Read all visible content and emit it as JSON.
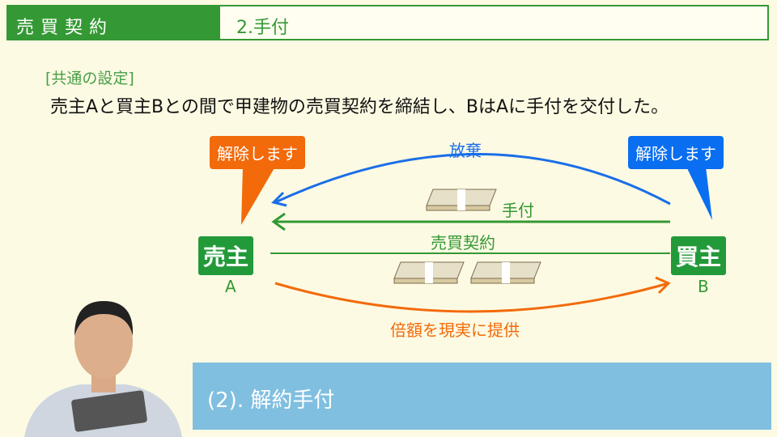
{
  "header": {
    "section": "売買契約",
    "subsection": "2.手付"
  },
  "setting_label": "[共通の設定]",
  "statement": "売主Aと買主Bとの間で甲建物の売買契約を締結し、BはAに手付を交付した。",
  "diagram": {
    "seller": {
      "title": "売主",
      "letter": "A",
      "bubble": "解除します",
      "color": "#f26a0a"
    },
    "buyer": {
      "title": "買主",
      "letter": "B",
      "bubble": "解除します",
      "color": "#0a6ef0"
    },
    "arrow_waive": "放棄",
    "arrow_deposit": "手付",
    "line_contract": "売買契約",
    "arrow_double": "倍額を現実に提供"
  },
  "banner": "(2). 解約手付",
  "colors": {
    "green": "#349934",
    "orange": "#f26a0a",
    "blue": "#0a6ef0"
  }
}
